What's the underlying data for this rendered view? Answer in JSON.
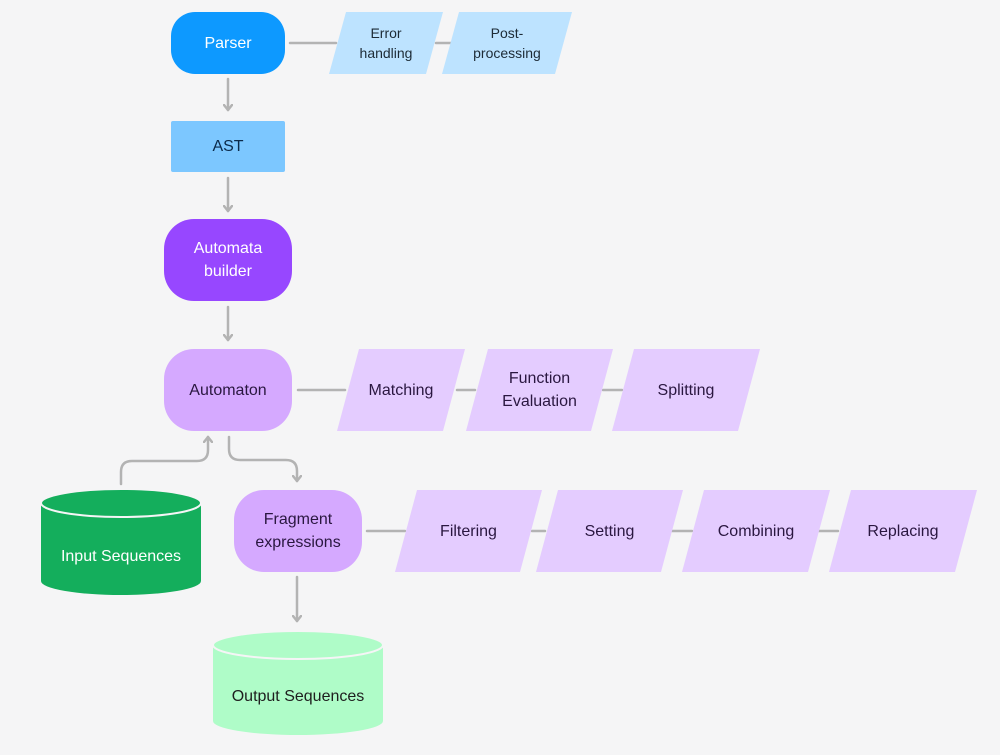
{
  "colors": {
    "connector": "#b3b3b3",
    "blue_dark": "#0d99ff",
    "blue_mid": "#7cc7ff",
    "blue_light": "#bde3ff",
    "purple_dark": "#9747ff",
    "purple_mid": "#d5a9ff",
    "purple_light": "#e4ccff",
    "db_input_fill": "#14ae5c",
    "db_output_fill": "#affcc8"
  },
  "nodes": {
    "parser": "Parser",
    "error_handling": [
      "Error",
      "handling"
    ],
    "post_processing": [
      "Post-",
      "processing"
    ],
    "ast": "AST",
    "automata_builder": [
      "Automata",
      "builder"
    ],
    "automaton": "Automaton",
    "matching": "Matching",
    "function_evaluation": [
      "Function",
      "Evaluation"
    ],
    "splitting": "Splitting",
    "input_sequences": "Input Sequences",
    "fragment_expressions": [
      "Fragment",
      "expressions"
    ],
    "filtering": "Filtering",
    "setting": "Setting",
    "combining": "Combining",
    "replacing": "Replacing",
    "output_sequences": "Output Sequences"
  }
}
